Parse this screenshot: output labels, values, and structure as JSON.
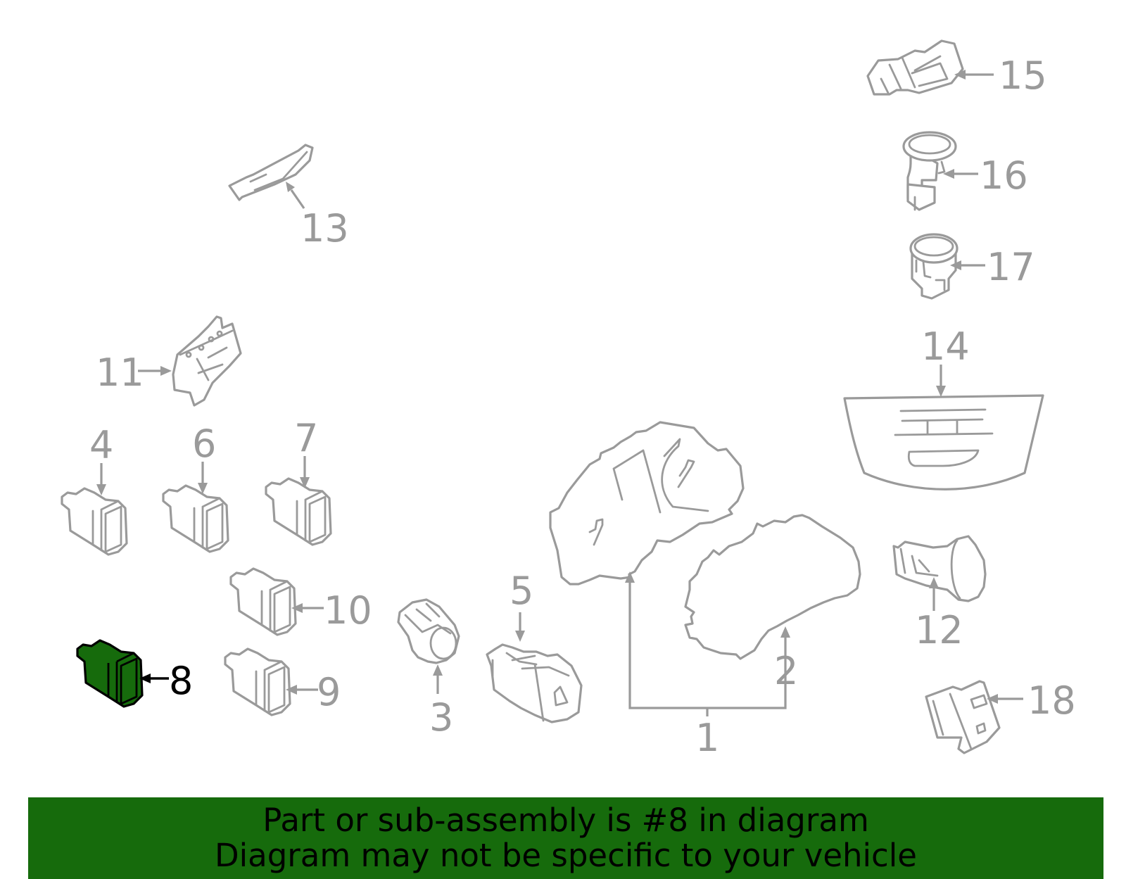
{
  "callouts": {
    "c1": "1",
    "c2": "2",
    "c3": "3",
    "c4": "4",
    "c5": "5",
    "c6": "6",
    "c7": "7",
    "c8": "8",
    "c9": "9",
    "c10": "10",
    "c11": "11",
    "c12": "12",
    "c13": "13",
    "c14": "14",
    "c15": "15",
    "c16": "16",
    "c17": "17",
    "c18": "18"
  },
  "highlight": {
    "part": "8",
    "fill_color": "#166b0c",
    "outline_color": "#000000"
  },
  "banner": {
    "line1": "Part or sub-assembly is #8 in diagram",
    "line2": "Diagram may not be specific to your vehicle",
    "background_color": "#166b0c"
  },
  "colors": {
    "line": "#9a9a9a",
    "background": "#ffffff"
  }
}
